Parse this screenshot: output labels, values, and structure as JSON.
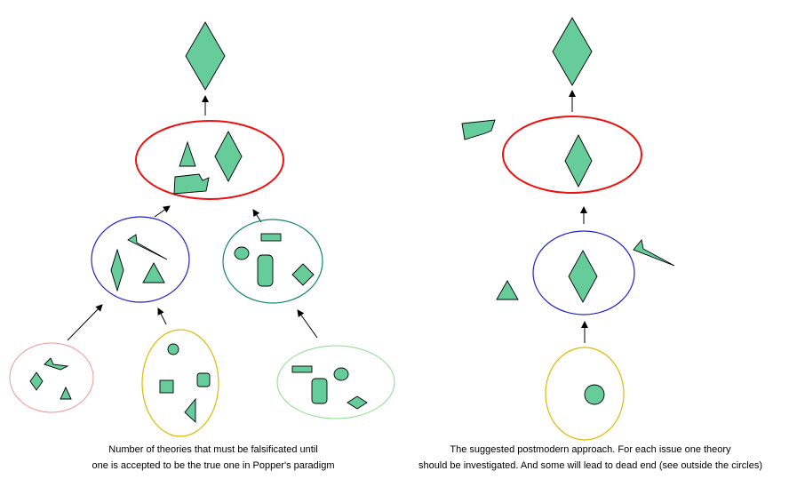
{
  "left_panel": {
    "caption_line1": "Number of theories that must be falsificated until",
    "caption_line2": "one is accepted to be the true one in Popper's paradigm"
  },
  "right_panel": {
    "caption_line1": "The suggested postmodern approach. For each issue one theory",
    "caption_line2": "should be investigated. And some will lead to dead end (see outside the circles)"
  },
  "colors": {
    "shape_fill": "#66cc99",
    "final_circle": "#ee1111",
    "middle_circle_left": "#2222cc",
    "middle_circle_right": "#118866",
    "bottom_circle_1": "#ee9999",
    "bottom_circle_2": "#ddbb00",
    "bottom_circle_3": "#88dd88"
  }
}
